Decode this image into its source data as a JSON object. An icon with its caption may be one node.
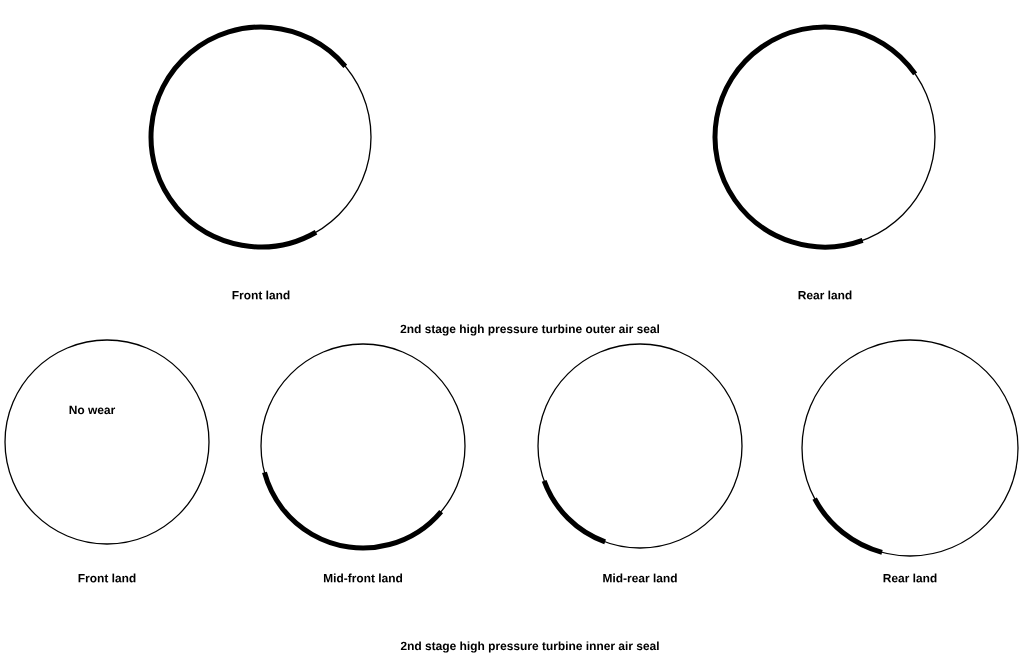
{
  "diagram": {
    "nodes": [
      {
        "text": [],
        "shape": "circle",
        "beside": [
          "Front land"
        ]
      },
      {
        "text": [],
        "shape": "circle",
        "beside": [
          "Rear land"
        ]
      },
      {
        "text": [
          "No wear"
        ],
        "beside": [
          "Front land"
        ]
      },
      {
        "text": [],
        "shape": "circle",
        "beside": [
          "Mid-front land"
        ]
      },
      {
        "text": [],
        "shape": "circle",
        "beside": [
          "Mid-rear land"
        ]
      },
      {
        "text": [],
        "shape": "circle",
        "beside": [
          "Rear land"
        ]
      }
    ],
    "labels": [
      "2nd stage high pressure turbine outer air seal",
      "2nd stage high pressure turbine inner air seal"
    ]
  }
}
